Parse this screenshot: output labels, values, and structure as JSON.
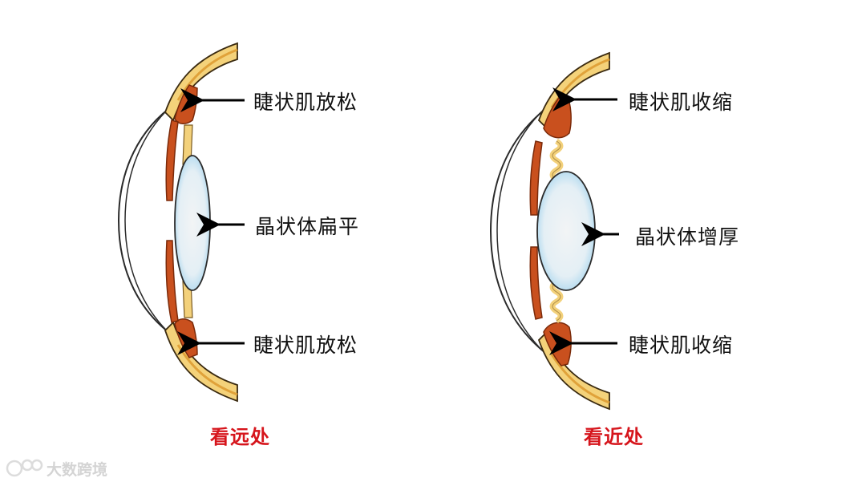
{
  "colors": {
    "sclera": "#f4d27a",
    "outline": "#3a2a10",
    "muscle": "#c9501e",
    "muscle_dark": "#7a2a0a",
    "fiber": "#f3d17b",
    "lens_fill": "#eef3f6",
    "lens_edge": "#9fd0ea",
    "caption": "#d6151c",
    "watermark": "#d9d9d9"
  },
  "left_panel": {
    "label_top": "睫状肌放松",
    "label_middle": "晶状体扁平",
    "label_bottom": "睫状肌放松",
    "caption": "看远处"
  },
  "right_panel": {
    "label_top": "睫状肌收缩",
    "label_middle": "晶状体增厚",
    "label_bottom": "睫状肌收缩",
    "caption": "看近处"
  },
  "watermark": {
    "text": "大数跨境"
  }
}
